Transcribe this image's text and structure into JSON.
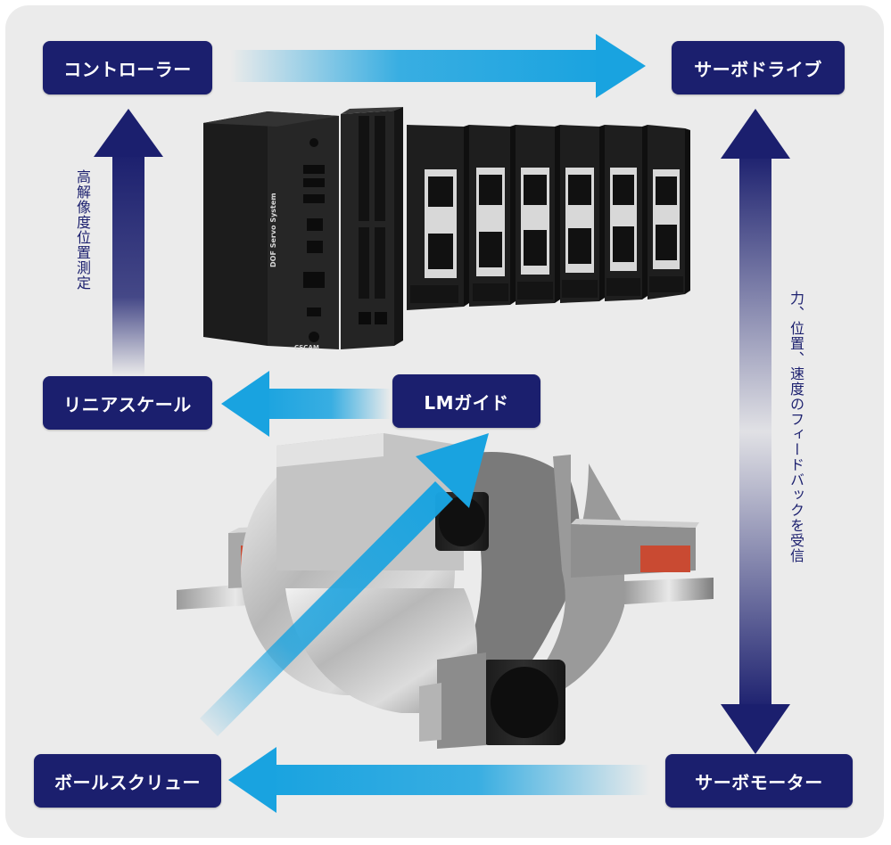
{
  "nodes": {
    "controller": "コントローラー",
    "servo_drive": "サーボドライブ",
    "linear_scale": "リニアスケール",
    "lm_guide": "LMガイド",
    "ball_screw": "ボールスクリュー",
    "servo_motor": "サーボモーター"
  },
  "edge_labels": {
    "scale_to_controller": "高解像度位置測定",
    "drive_motor_feedback": "力、位置、速度のフィードバックを受信"
  },
  "device_text": {
    "product_label": "DOF Servo System",
    "brand_mark": "CSCAM"
  },
  "colors": {
    "node_fill": "#1b1f6e",
    "navy_arrow": "#1b1f6e",
    "cyan_arrow": "#19a3e0",
    "panel_background": "#ebebeb"
  },
  "icons": {
    "controller_hardware": "industrial-controller-with-servo-drives",
    "stage_mechanism": "rotary-stage-with-motors"
  }
}
